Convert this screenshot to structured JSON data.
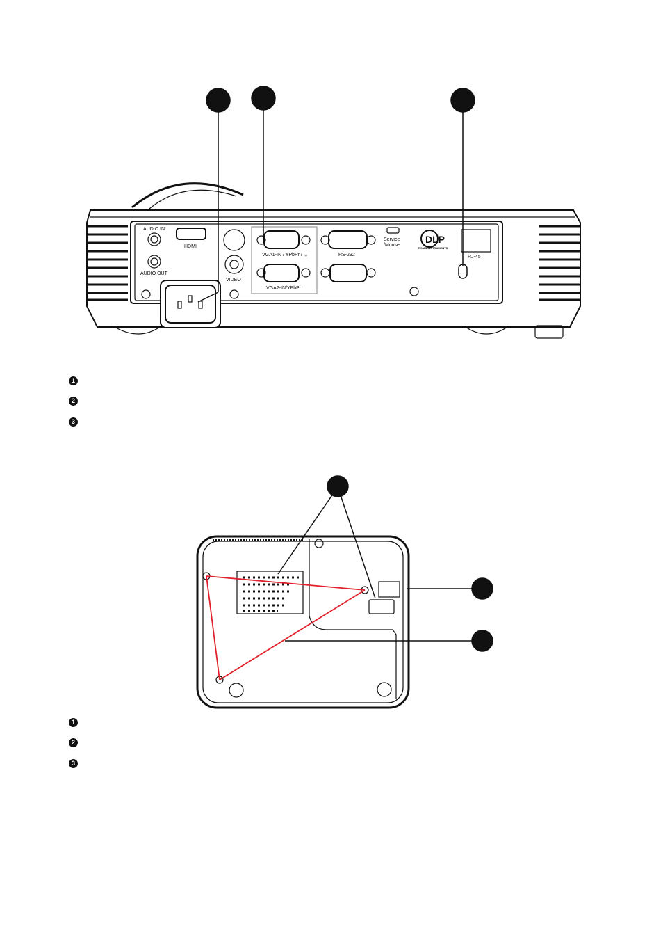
{
  "rear_view": {
    "labels": {
      "audio_in": "AUDIO IN",
      "hdmi": "HDMI",
      "audio_out": "AUDIO OUT",
      "video": "VIDEO",
      "vga1": "VGA1-IN / YPbPr / ⏚",
      "vga2": "VGA2-IN/YPbPr",
      "rs232": "RS-232",
      "service": "Service",
      "mouse": "/Mouse",
      "dlp": "DLP",
      "ti": "TEXAS INSTRUMENTS",
      "rj45": "RJ-45"
    },
    "legend": [
      "1",
      "2",
      "3"
    ]
  },
  "bottom_view": {
    "legend": [
      "1",
      "2",
      "3"
    ]
  },
  "colors": {
    "callout": "#111111",
    "tripod_lines": "#e0202a"
  }
}
